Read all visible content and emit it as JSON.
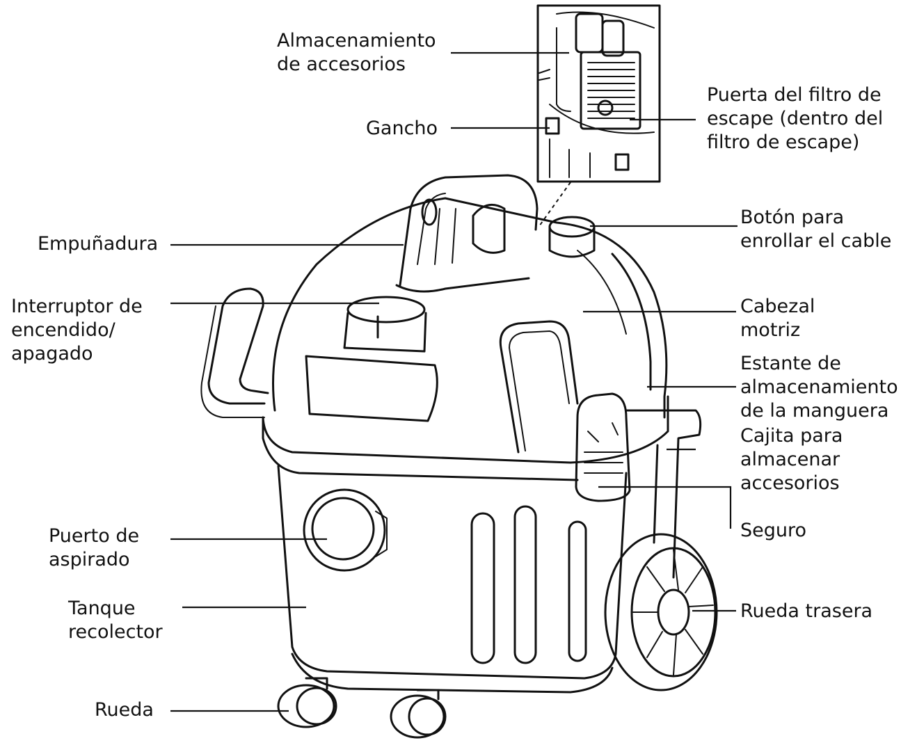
{
  "labels": {
    "accessory_storage": [
      "Almacenamiento",
      "de accesorios"
    ],
    "hook": [
      "Gancho"
    ],
    "exhaust_filter_door": [
      "Puerta del filtro de",
      "escape (dentro del",
      "filtro de escape)"
    ],
    "handle": [
      "Empuñadura"
    ],
    "cord_rewind_button": [
      "Botón para",
      "enrollar el cable"
    ],
    "power_switch": [
      "Interruptor de",
      "encendido/",
      "apagado"
    ],
    "motor_head": [
      "Cabezal",
      "motriz"
    ],
    "hose_storage_rack": [
      "Estante de",
      "almacenamiento",
      "de la manguera"
    ],
    "accessory_box": [
      "Cajita para",
      "almacenar",
      "accesorios"
    ],
    "latch": [
      "Seguro"
    ],
    "suction_port": [
      "Puerto de",
      "aspirado"
    ],
    "collection_tank": [
      "Tanque",
      "recolector"
    ],
    "rear_wheel": [
      "Rueda trasera"
    ],
    "caster": [
      "Rueda"
    ]
  }
}
